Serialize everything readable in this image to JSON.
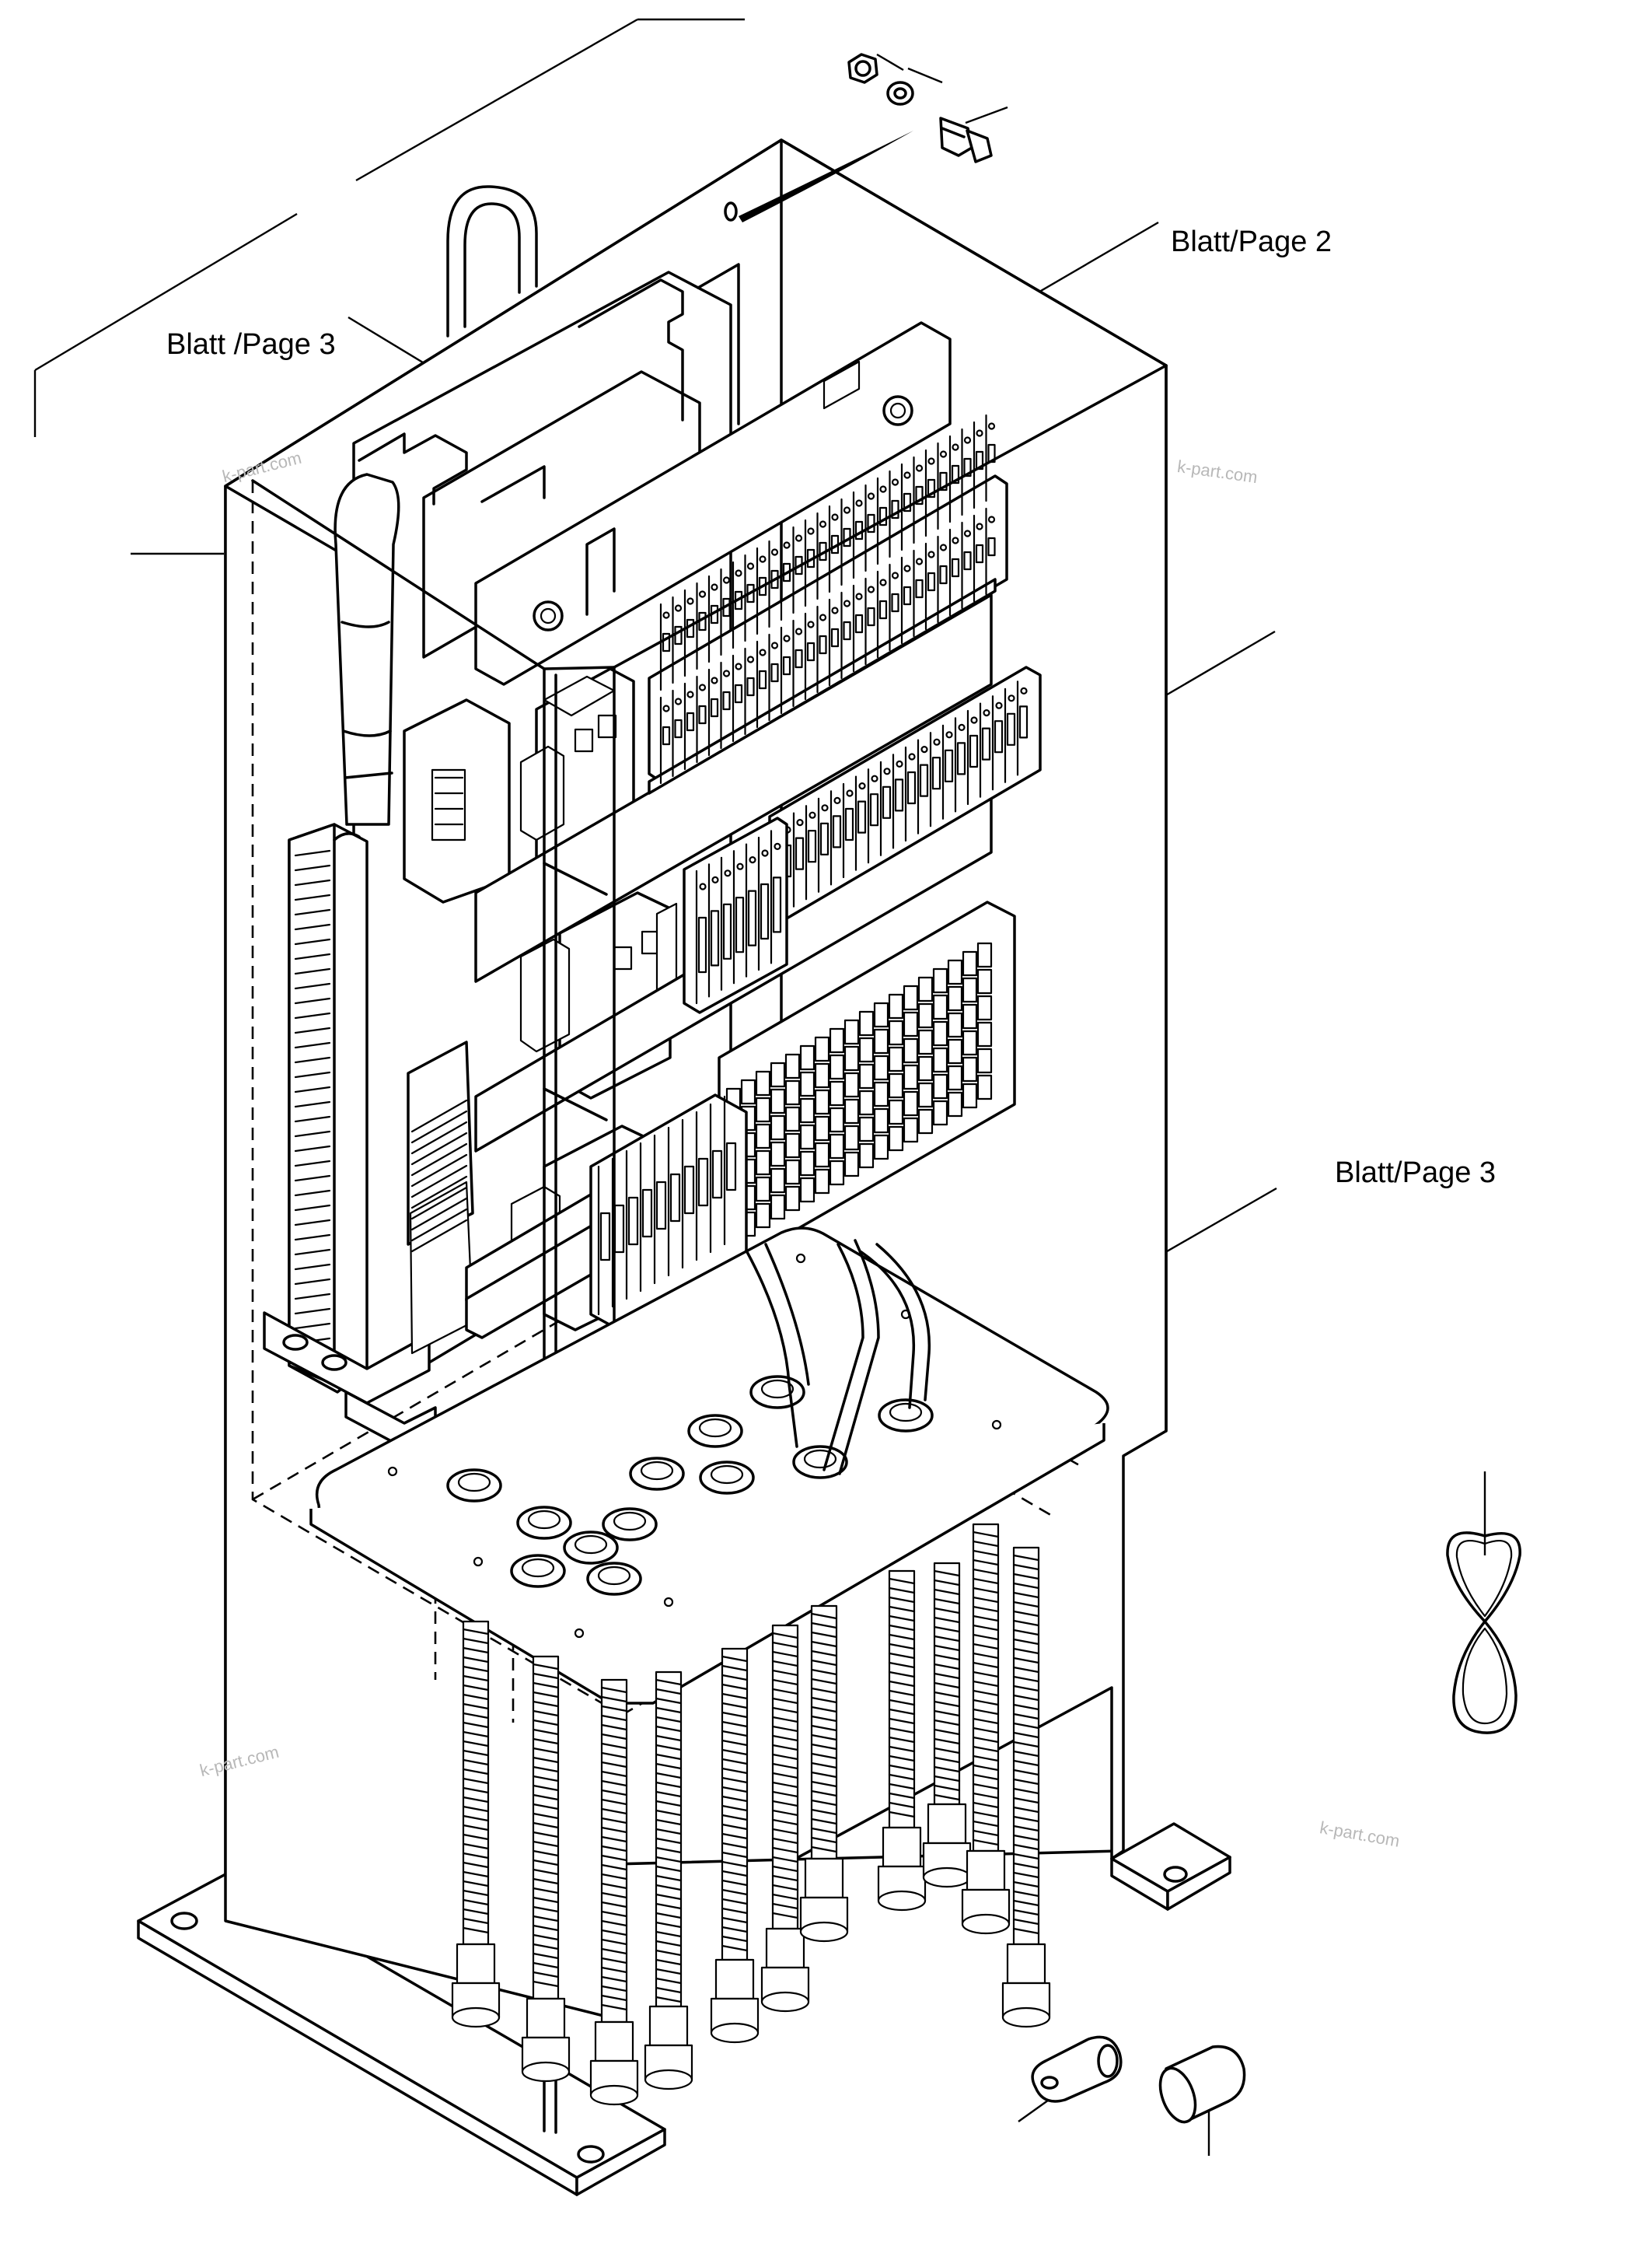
{
  "labels": {
    "page2_top": "Blatt/Page 2",
    "page3_left": "Blatt /Page 3",
    "page3_right": "Blatt/Page 3"
  },
  "watermarks": [
    "k-part.com",
    "k-part.com",
    "k-part.com",
    "k-part.com"
  ],
  "colors": {
    "line": "#000000",
    "background": "#ffffff",
    "watermark": "#b8b8b8"
  }
}
